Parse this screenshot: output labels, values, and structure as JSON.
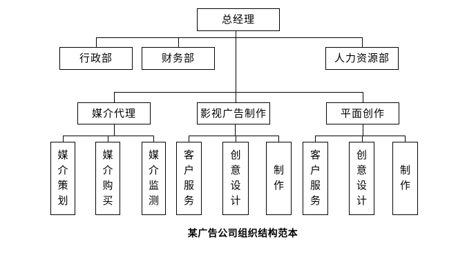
{
  "caption": "某广告公司组织结构范本",
  "chart": {
    "root": {
      "label": "总经理"
    },
    "departments": [
      {
        "label": "行政部"
      },
      {
        "label": "财务部"
      },
      {
        "label": "人力资源部"
      }
    ],
    "divisions": [
      {
        "label": "媒介代理",
        "children": [
          {
            "label": "媒介策划"
          },
          {
            "label": "媒介购买"
          },
          {
            "label": "媒介监测"
          }
        ]
      },
      {
        "label": "影视广告制作",
        "children": [
          {
            "label": "客户服务"
          },
          {
            "label": "创意设计"
          },
          {
            "label": "制作"
          }
        ]
      },
      {
        "label": "平面创作",
        "children": [
          {
            "label": "客户服务"
          },
          {
            "label": "创意设计"
          },
          {
            "label": "制作"
          }
        ]
      }
    ]
  },
  "colors": {
    "line": "#000000",
    "text": "#000000",
    "background": "#ffffff"
  }
}
